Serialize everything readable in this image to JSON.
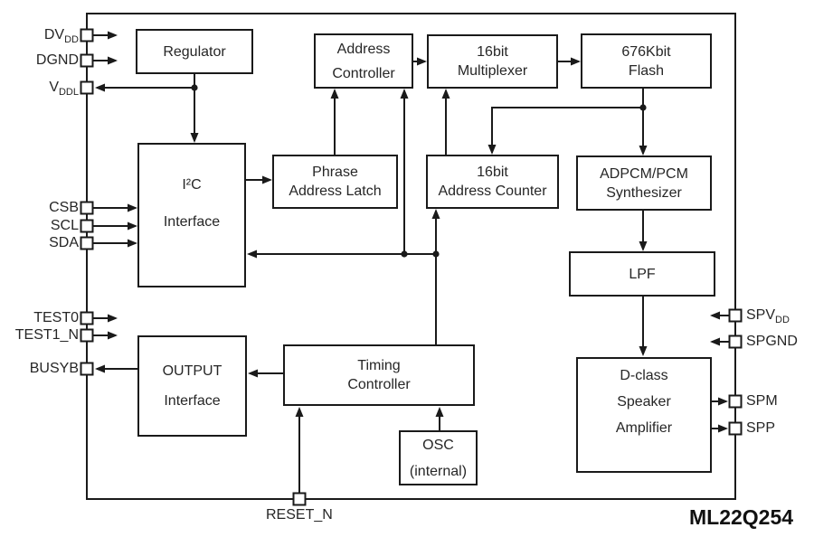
{
  "chip": {
    "part_number": "ML22Q254"
  },
  "blocks": {
    "regulator": {
      "label": "Regulator"
    },
    "address_controller": {
      "label": "Address\nController"
    },
    "multiplexer": {
      "label": "16bit\nMultiplexer"
    },
    "flash": {
      "label": "676Kbit\nFlash"
    },
    "i2c": {
      "label": "I²C\nInterface"
    },
    "phrase_latch": {
      "label": "Phrase\nAddress Latch"
    },
    "address_counter": {
      "label": "16bit\nAddress Counter"
    },
    "adpcm": {
      "label": "ADPCM/PCM\nSynthesizer"
    },
    "lpf": {
      "label": "LPF"
    },
    "timing": {
      "label": "Timing\nController"
    },
    "output": {
      "label": "OUTPUT\nInterface"
    },
    "osc": {
      "label": "OSC\n(internal)"
    },
    "dclass": {
      "label": "D-class\nSpeaker\nAmplifier"
    }
  },
  "pins": {
    "dvdd": {
      "base": "DV",
      "sub": "DD"
    },
    "dgnd": {
      "label": "DGND"
    },
    "vddl": {
      "base": "V",
      "sub": "DDL"
    },
    "csb": {
      "label": "CSB"
    },
    "scl": {
      "label": "SCL"
    },
    "sda": {
      "label": "SDA"
    },
    "test0": {
      "label": "TEST0"
    },
    "test1_n": {
      "label": "TEST1_N"
    },
    "busyb": {
      "label": "BUSYB"
    },
    "reset_n": {
      "label": "RESET_N"
    },
    "spvdd": {
      "base": "SPV",
      "sub": "DD"
    },
    "spgnd": {
      "label": "SPGND"
    },
    "spm": {
      "label": "SPM"
    },
    "spp": {
      "label": "SPP"
    }
  },
  "colors": {
    "line": "#1a1a1a",
    "text": "#262626",
    "background": "#ffffff"
  }
}
